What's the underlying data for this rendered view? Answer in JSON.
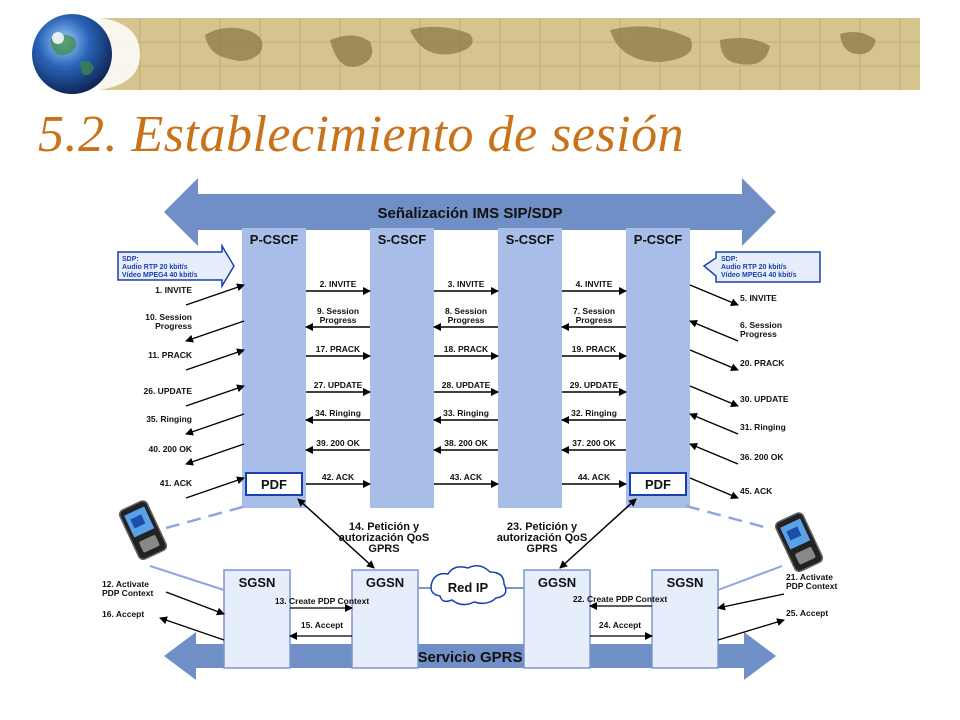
{
  "title": "5.2. Establecimiento de sesión",
  "top_banner": "Señalización IMS SIP/SDP",
  "bottom_banner": "Servicio GPRS",
  "ims_nodes": [
    "P-CSCF",
    "S-CSCF",
    "S-CSCF",
    "P-CSCF"
  ],
  "pdf_label": "PDF",
  "sdp_left": [
    "SDP:",
    "Audio RTP 20 kbit/s",
    "Vídeo MPEG4 40 kbit/s"
  ],
  "sdp_right": [
    "SDP:",
    "Audio RTP 20 kbit/s",
    "Vídeo MPEG4 40 kbit/s"
  ],
  "left_messages": [
    [
      "1. INVITE"
    ],
    [
      "10. Session",
      "Progress"
    ],
    [
      "11. PRACK"
    ],
    [
      "26. UPDATE"
    ],
    [
      "35. Ringing"
    ],
    [
      "40. 200 OK"
    ],
    [
      "41. ACK"
    ]
  ],
  "col1_messages": [
    [
      "2. INVITE"
    ],
    [
      "9. Session",
      "Progress"
    ],
    [
      "17. PRACK"
    ],
    [
      "27. UPDATE"
    ],
    [
      "34. Ringing"
    ],
    [
      "39. 200 OK"
    ],
    [
      "42. ACK"
    ]
  ],
  "col2_messages": [
    [
      "3. INVITE"
    ],
    [
      "8. Session",
      "Progress"
    ],
    [
      "18. PRACK"
    ],
    [
      "28. UPDATE"
    ],
    [
      "33. Ringing"
    ],
    [
      "38. 200 OK"
    ],
    [
      "43. ACK"
    ]
  ],
  "col3_messages": [
    [
      "4. INVITE"
    ],
    [
      "7. Session",
      "Progress"
    ],
    [
      "19. PRACK"
    ],
    [
      "29. UPDATE"
    ],
    [
      "32. Ringing"
    ],
    [
      "37. 200 OK"
    ],
    [
      "44. ACK"
    ]
  ],
  "right_messages": [
    [
      "5. INVITE"
    ],
    [
      "6. Session",
      "Progress"
    ],
    [
      "20. PRACK"
    ],
    [
      "30. UPDATE"
    ],
    [
      "31. Ringing"
    ],
    [
      "36. 200 OK"
    ],
    [
      "45. ACK"
    ]
  ],
  "qos_left": [
    "14. Petición y",
    "autorización QoS",
    "GPRS"
  ],
  "qos_right": [
    "23. Petición y",
    "autorización QoS",
    "GPRS"
  ],
  "gprs_nodes": [
    "SGSN",
    "GGSN",
    "GGSN",
    "SGSN"
  ],
  "red_ip": "Red IP",
  "gprs_left": {
    "activate": [
      "12. Activate",
      "PDP Context"
    ],
    "create": "13. Create PDP Context",
    "accept_inner": "15. Accept",
    "accept_outer": "16. Accept"
  },
  "gprs_right": {
    "activate": [
      "21. Activate",
      "PDP Context"
    ],
    "create": "22. Create PDP Context",
    "accept_inner": "24. Accept",
    "accept_outer": "25. Accept"
  }
}
